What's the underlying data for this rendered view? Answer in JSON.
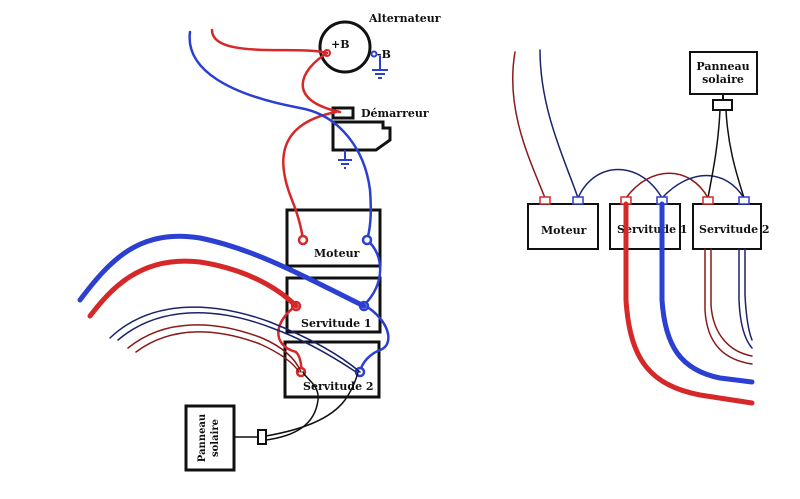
{
  "colors": {
    "positive": "#d62828",
    "negative": "#2b3fd1",
    "positive_dark": "#8a1a1a",
    "negative_dark": "#1a236b",
    "neutral": "#111111"
  },
  "left_diagram": {
    "alternator": {
      "label": "Alternateur",
      "plus": "+B",
      "minus": "-B"
    },
    "starter": {
      "label": "Démarreur"
    },
    "battery_engine": {
      "label": "Moteur"
    },
    "battery_service1": {
      "label": "Servitude 1"
    },
    "battery_service2": {
      "label": "Servitude 2"
    },
    "solar_panel": {
      "label_line1": "Panneau",
      "label_line2": "solaire"
    }
  },
  "right_diagram": {
    "solar_panel": {
      "label_line1": "Panneau",
      "label_line2": "solaire"
    },
    "battery_engine": {
      "label": "Moteur"
    },
    "battery_service1": {
      "label": "Servitude 1"
    },
    "battery_service2": {
      "label": "Servitude 2"
    }
  },
  "icons": {
    "ground": "ground-symbol-icon",
    "alternator": "alternator-circle-icon",
    "starter": "starter-motor-icon",
    "connector": "connector-block-icon"
  }
}
